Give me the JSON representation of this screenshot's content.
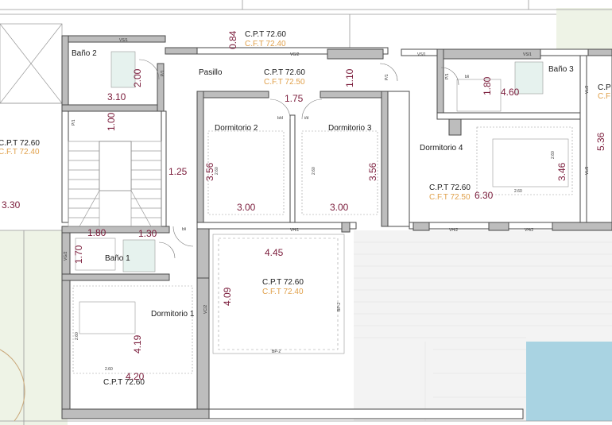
{
  "colors": {
    "wall": "#6f6f6f",
    "dimension": "#7a1b3a",
    "cft": "#e0a04a",
    "pool": "#a9d3e2",
    "garden": "#edf2e4",
    "terrace": "#f4f4f4"
  },
  "rooms": {
    "bano2": "Baño 2",
    "bano3": "Baño 3",
    "bano1": "Baño 1",
    "pasillo": "Pasillo",
    "dormitorio1": "Dormitorio 1",
    "dormitorio2": "Dormitorio 2",
    "dormitorio3": "Dormitorio 3",
    "dormitorio4": "Dormitorio 4"
  },
  "levels": {
    "top_cpt": "C.P.T 72.60",
    "top_cft": "C.F.T 72.40",
    "pasillo_cpt": "C.P.T 72.60",
    "pasillo_cft": "C.F.T 72.50",
    "left_cpt": "C.P.T 72.60",
    "left_cft": "C.F.T 72.40",
    "d4_cpt": "C.P.T 72.60",
    "d4_cft": "C.F.T 72.50",
    "terrace_cpt": "C.P.T 72.60",
    "terrace_cft": "C.F.T 72.40",
    "d1_cpt": "C.P.T 72.60",
    "right_cpt": "C.P",
    "right_cft": "C.F"
  },
  "dimensions": {
    "d_084": "0.84",
    "d_200": "2.00",
    "d_310": "3.10",
    "d_110": "1.10",
    "d_175": "1.75",
    "d_100": "1.00",
    "d_125": "1.25",
    "d_356a": "3.56",
    "d_356b": "3.56",
    "d_300a": "3.00",
    "d_300b": "3.00",
    "d_180a": "1.80",
    "d_460": "4.60",
    "d_346": "3.46",
    "d_630": "6.30",
    "d_536": "5.36",
    "d_330": "3.30",
    "d_180b": "1.80",
    "d_130": "1.30",
    "d_170": "1.70",
    "d_445": "4.45",
    "d_409": "4.09",
    "d_419": "4.19",
    "d_420": "4.20"
  },
  "tags": {
    "vs1_a": "VS/1",
    "vg2_top": "VG/2",
    "vs1_b": "VS/1",
    "vs1_c": "VS/1",
    "vh1_a": "VH/1",
    "vh2_a": "VH/2",
    "vh2_b": "VH/2",
    "vg2_left": "VG/2",
    "vc2": "VC/2",
    "bp2_bottom": "BP-2",
    "bp2_side": "BP-2",
    "vl8": "VL/8",
    "vl2": "VL/2",
    "pt1_a": "P/1",
    "pt1_b": "P/1",
    "pt1_c": "P/1",
    "pt1_d": "P/1",
    "bd": "b/d",
    "id": "i/d",
    "bi": "b/i",
    "bi2": "b/i",
    "m_260a": "2.60",
    "m_260b": "2.60",
    "m_260c": "2.60",
    "m_260d": "2.60",
    "m_260e": "2.60",
    "m_260f": "2.60"
  }
}
